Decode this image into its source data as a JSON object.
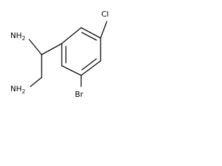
{
  "molecule": {
    "labels": {
      "amine_top": {
        "main": "NH",
        "sub": "2"
      },
      "amine_bottom": {
        "main": "NH",
        "sub": "2"
      },
      "chlorine": "Cl",
      "bromine": "Br"
    },
    "colors": {
      "bond": "#000000",
      "text": "#000000",
      "background": "#ffffff"
    }
  }
}
